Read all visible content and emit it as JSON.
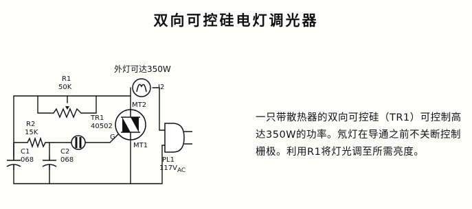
{
  "title": "双向可控硅电灯调光器",
  "description": "一只带散热器的双向可控硅（TR1）可控制高达350W的功率。氖灯在导通之前不关断控制栅极。利用R1将灯光调至所需亮度。",
  "circuit": {
    "lamp_note": "外灯可达350W",
    "lamp_label": "I2",
    "r1": {
      "name": "R1",
      "value": "50K"
    },
    "r2": {
      "name": "R2",
      "value": "15K"
    },
    "c1": {
      "name": "C1",
      "value": "068"
    },
    "c2": {
      "name": "C2",
      "value": "068"
    },
    "triac": {
      "name": "TR1",
      "part": "40502"
    },
    "mt2": "MT2",
    "mt1": "MT1",
    "gate": "G",
    "plug": {
      "name": "PL1",
      "voltage": "117V",
      "suffix": "AC"
    }
  }
}
